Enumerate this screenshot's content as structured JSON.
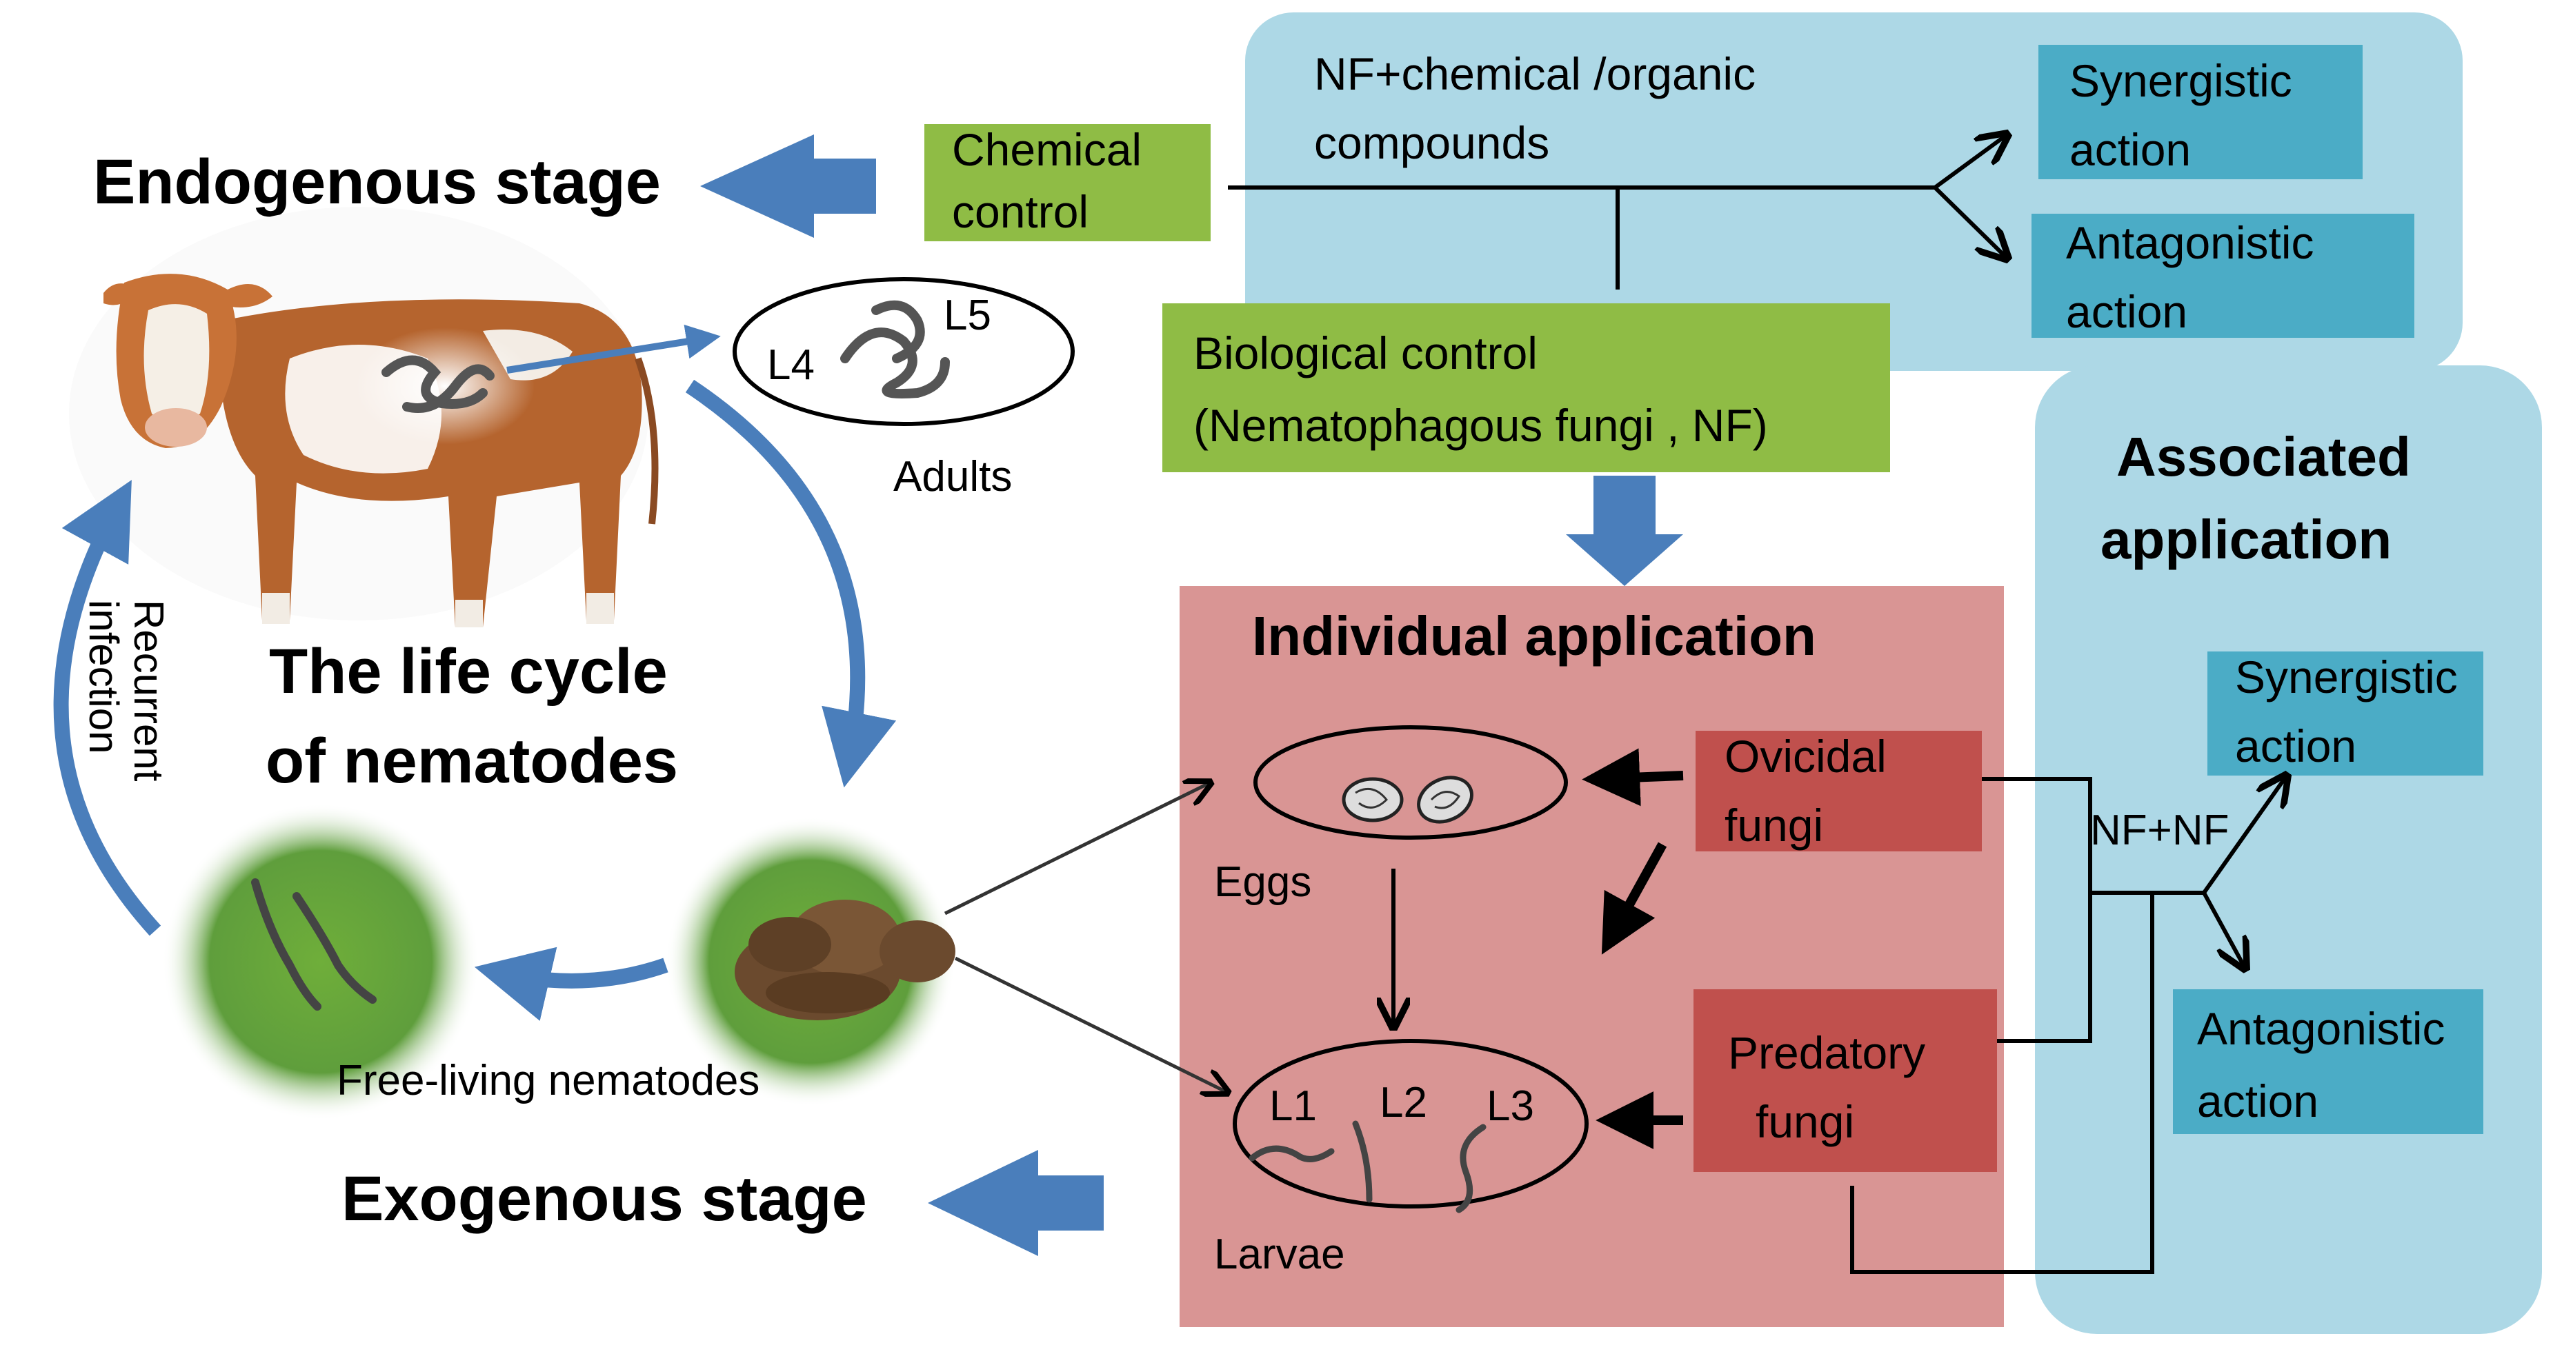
{
  "colors": {
    "blue_panel": "#add8e6",
    "teal_box": "#4bacc6",
    "green_box": "#8fbc45",
    "pink_panel": "#d99594",
    "red_box": "#c0504d",
    "arrow_blue": "#4a7ebb",
    "grass_green": "#5f9e3c",
    "dung_brown": "#6b4a2e",
    "worm_gray": "#555555"
  },
  "icons": [
    "cow-image",
    "feces-image",
    "grass-image",
    "worm-icon",
    "egg-icon"
  ],
  "stages": {
    "endogenous": "Endogenous stage",
    "exogenous": "Exogenous stage"
  },
  "life_cycle": {
    "title_line1": "The life cycle",
    "title_line2": "of nematodes",
    "adults_label": "Adults",
    "adult_l4": "L4",
    "adult_l5": "L5",
    "free_living": "Free-living nematodes",
    "recurrent_line1": "Recurrent",
    "recurrent_line2": "infection"
  },
  "controls": {
    "chemical_line1": "Chemical",
    "chemical_line2": "control",
    "biological_line1": "Biological control",
    "biological_line2": "(Nematophagous fungi , NF)"
  },
  "combined_top": {
    "label_line1": "NF+chemical /organic",
    "label_line2": "compounds",
    "synergistic_line1": "Synergistic",
    "synergistic_line2": "action",
    "antagonistic_line1": "Antagonistic",
    "antagonistic_line2": "action"
  },
  "individual": {
    "title": "Individual application",
    "ovicidal_line1": "Ovicidal",
    "ovicidal_line2": "fungi",
    "predatory_line1": "Predatory",
    "predatory_line2": "fungi",
    "eggs_label": "Eggs",
    "larvae_label": "Larvae",
    "l1": "L1",
    "l2": "L2",
    "l3": "L3"
  },
  "associated": {
    "title_line1": "Associated",
    "title_line2": "application",
    "nf_nf": "NF+NF",
    "synergistic_line1": "Synergistic",
    "synergistic_line2": "action",
    "antagonistic_line1": "Antagonistic",
    "antagonistic_line2": "action"
  }
}
